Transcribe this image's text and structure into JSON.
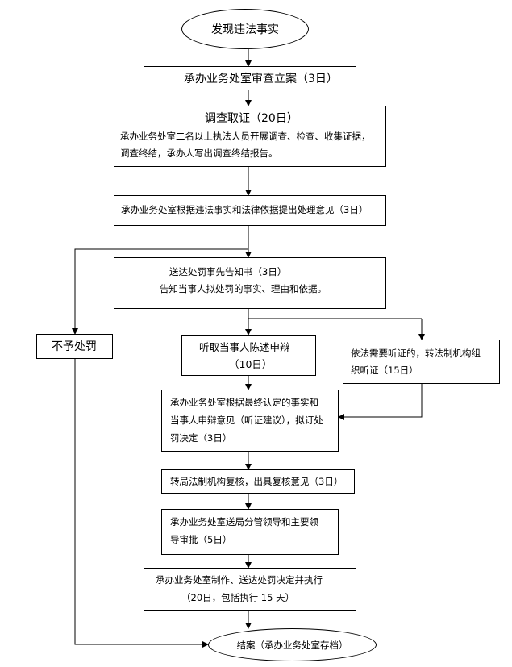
{
  "nodes": {
    "start": "发现违法事实",
    "register": "承办业务处室审查立案（3日）",
    "investigate": {
      "title": "调查取证（20日）",
      "line1": "承办业务处室二名以上执法人员开展调查、检查、收集证据，",
      "line2": "调查终结，承办人写出调查终结报告。"
    },
    "opinion": "承办业务处室根据违法事实和法律依据提出处理意见（3日）",
    "notice": {
      "line1": "送达处罚事先告知书（3日）",
      "line2": "告知当事人拟处罚的事实、理由和依据。"
    },
    "no_penalty": "不予处罚",
    "hear_defense": {
      "line1": "听取当事人陈述申辩",
      "line2": "（10日）"
    },
    "hearing": {
      "line1": "依法需要听证的，转法制机构组",
      "line2": "织听证（15日）"
    },
    "draft_decision": {
      "line1": "承办业务处室根据最终认定的事实和",
      "line2": "当事人申辩意见（听证建议），拟订处",
      "line3": "罚决定（3日）"
    },
    "legal_review": "转局法制机构复核，出具复核意见（3日）",
    "approval": {
      "line1": "承办业务处室送局分管领导和主要领",
      "line2": "导审批（5日）"
    },
    "execute": {
      "line1": "承办业务处室制作、送达处罚决定并执行",
      "line2": "（20日，包括执行 15 天）"
    },
    "end": "结案（承办业务处室存档）"
  }
}
